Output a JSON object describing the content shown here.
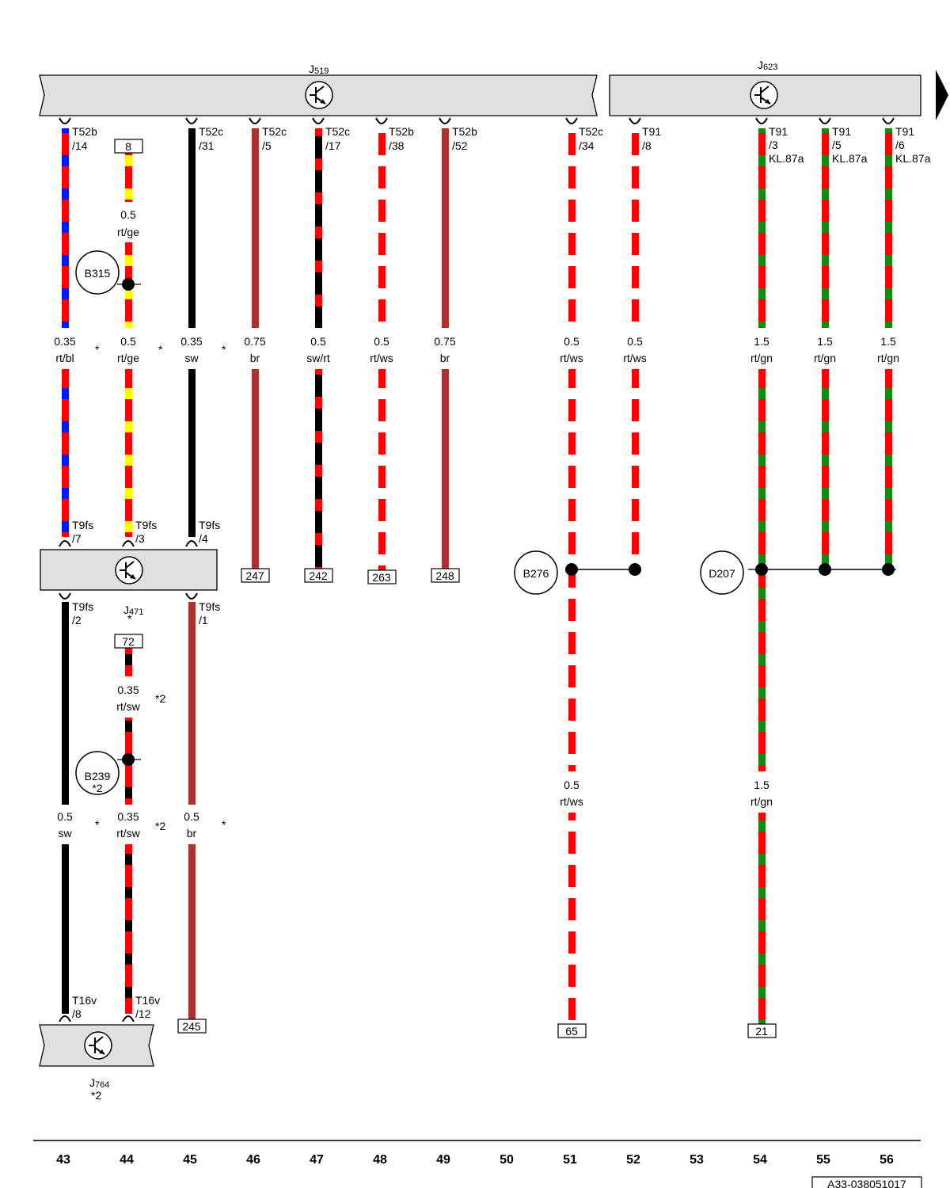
{
  "colors": {
    "rt": "#ff0000",
    "bl": "#0018ff",
    "ge": "#ffff00",
    "sw": "#000000",
    "br": "#b03030",
    "ws": "#ffffff",
    "gn": "#148a14",
    "module_fill": "#e0e0e0"
  },
  "modules": [
    {
      "id": "J519",
      "letter": "J",
      "sub": "519",
      "sub2": "",
      "icon": "transistor-icon"
    },
    {
      "id": "J623",
      "letter": "J",
      "sub": "623",
      "sub2": "",
      "icon": "transistor-icon"
    },
    {
      "id": "J471",
      "letter": "J",
      "sub": "471",
      "sub2": "*",
      "icon": "transistor-icon"
    },
    {
      "id": "J764",
      "letter": "J",
      "sub": "764",
      "sub2": "*2",
      "icon": "transistor-icon"
    }
  ],
  "pins": [
    {
      "l1": "T52b",
      "l2": "/14",
      "l3": ""
    },
    {
      "l1": "T52c",
      "l2": "/31",
      "l3": ""
    },
    {
      "l1": "T52c",
      "l2": "/5",
      "l3": ""
    },
    {
      "l1": "T52c",
      "l2": "/17",
      "l3": ""
    },
    {
      "l1": "T52b",
      "l2": "/38",
      "l3": ""
    },
    {
      "l1": "T52b",
      "l2": "/52",
      "l3": ""
    },
    {
      "l1": "T52c",
      "l2": "/34",
      "l3": ""
    },
    {
      "l1": "T91",
      "l2": "/8",
      "l3": ""
    },
    {
      "l1": "T91",
      "l2": "/3",
      "l3": "KL.87a"
    },
    {
      "l1": "T91",
      "l2": "/5",
      "l3": "KL.87a"
    },
    {
      "l1": "T91",
      "l2": "/6",
      "l3": "KL.87a"
    },
    {
      "l1": "T9fs",
      "l2": "/7",
      "l3": ""
    },
    {
      "l1": "T9fs",
      "l2": "/3",
      "l3": ""
    },
    {
      "l1": "T9fs",
      "l2": "/4",
      "l3": ""
    },
    {
      "l1": "T9fs",
      "l2": "/2",
      "l3": ""
    },
    {
      "l1": "T9fs",
      "l2": "/1",
      "l3": ""
    },
    {
      "l1": "T16v",
      "l2": "/8",
      "l3": ""
    },
    {
      "l1": "T16v",
      "l2": "/12",
      "l3": ""
    }
  ],
  "wire_labels": [
    {
      "size": "0.35",
      "color": "rt/bl"
    },
    {
      "size": "0.5",
      "color": "rt/ge"
    },
    {
      "size": "0.35",
      "color": "sw"
    },
    {
      "size": "0.75",
      "color": "br"
    },
    {
      "size": "0.5",
      "color": "sw/rt"
    },
    {
      "size": "0.5",
      "color": "rt/ws"
    },
    {
      "size": "0.75",
      "color": "br"
    },
    {
      "size": "0.5",
      "color": "rt/ws"
    },
    {
      "size": "0.5",
      "color": "rt/ws"
    },
    {
      "size": "1.5",
      "color": "rt/gn"
    },
    {
      "size": "1.5",
      "color": "rt/gn"
    },
    {
      "size": "1.5",
      "color": "rt/gn"
    },
    {
      "size": "0.5",
      "color": "rt/ge"
    },
    {
      "size": "0.35",
      "color": "rt/sw"
    },
    {
      "size": "0.5",
      "color": "sw"
    },
    {
      "size": "0.35",
      "color": "rt/sw"
    },
    {
      "size": "0.5",
      "color": "br"
    },
    {
      "size": "0.5",
      "color": "rt/ws"
    },
    {
      "size": "1.5",
      "color": "rt/gn"
    }
  ],
  "stars": [
    "*",
    "*",
    "*",
    "*2",
    "*",
    "*2",
    "*"
  ],
  "refs": [
    "8",
    "247",
    "242",
    "263",
    "248",
    "72",
    "245",
    "65",
    "21"
  ],
  "connections": [
    {
      "letter": "B",
      "sub": "315",
      "sub2": ""
    },
    {
      "letter": "B",
      "sub": "239",
      "sub2": "*2"
    },
    {
      "letter": "B",
      "sub": "276",
      "sub2": ""
    },
    {
      "letter": "D",
      "sub": "207",
      "sub2": ""
    }
  ],
  "columns": [
    "43",
    "44",
    "45",
    "46",
    "47",
    "48",
    "49",
    "50",
    "51",
    "52",
    "53",
    "54",
    "55",
    "56"
  ],
  "doc_id": "A33-038051017"
}
